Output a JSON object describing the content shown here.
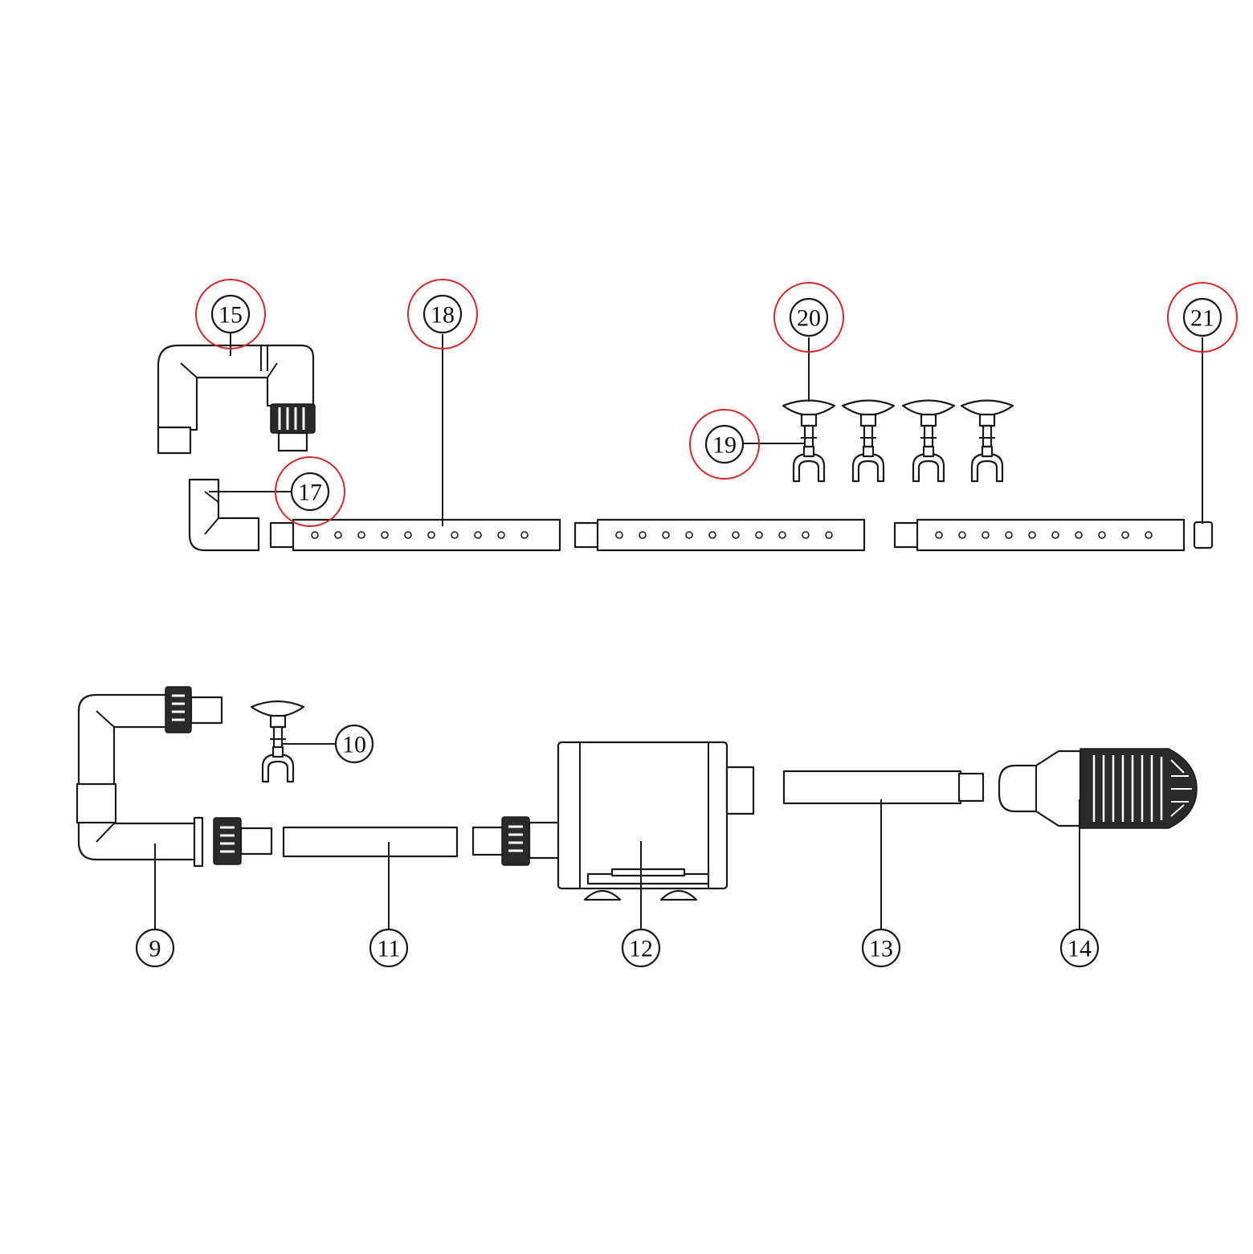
{
  "callouts": [
    {
      "id": "15",
      "label": "15",
      "highlight": true
    },
    {
      "id": "18",
      "label": "18",
      "highlight": true
    },
    {
      "id": "20",
      "label": "20",
      "highlight": true
    },
    {
      "id": "21",
      "label": "21",
      "highlight": true
    },
    {
      "id": "19",
      "label": "19",
      "highlight": true
    },
    {
      "id": "17",
      "label": "17",
      "highlight": true
    },
    {
      "id": "10",
      "label": "10",
      "highlight": false
    },
    {
      "id": "9",
      "label": "9",
      "highlight": false
    },
    {
      "id": "11",
      "label": "11",
      "highlight": false
    },
    {
      "id": "12",
      "label": "12",
      "highlight": false
    },
    {
      "id": "13",
      "label": "13",
      "highlight": false
    },
    {
      "id": "14",
      "label": "14",
      "highlight": false
    }
  ],
  "colors": {
    "line": "#1a1a1a",
    "highlight": "#d62828",
    "background": "#ffffff"
  }
}
